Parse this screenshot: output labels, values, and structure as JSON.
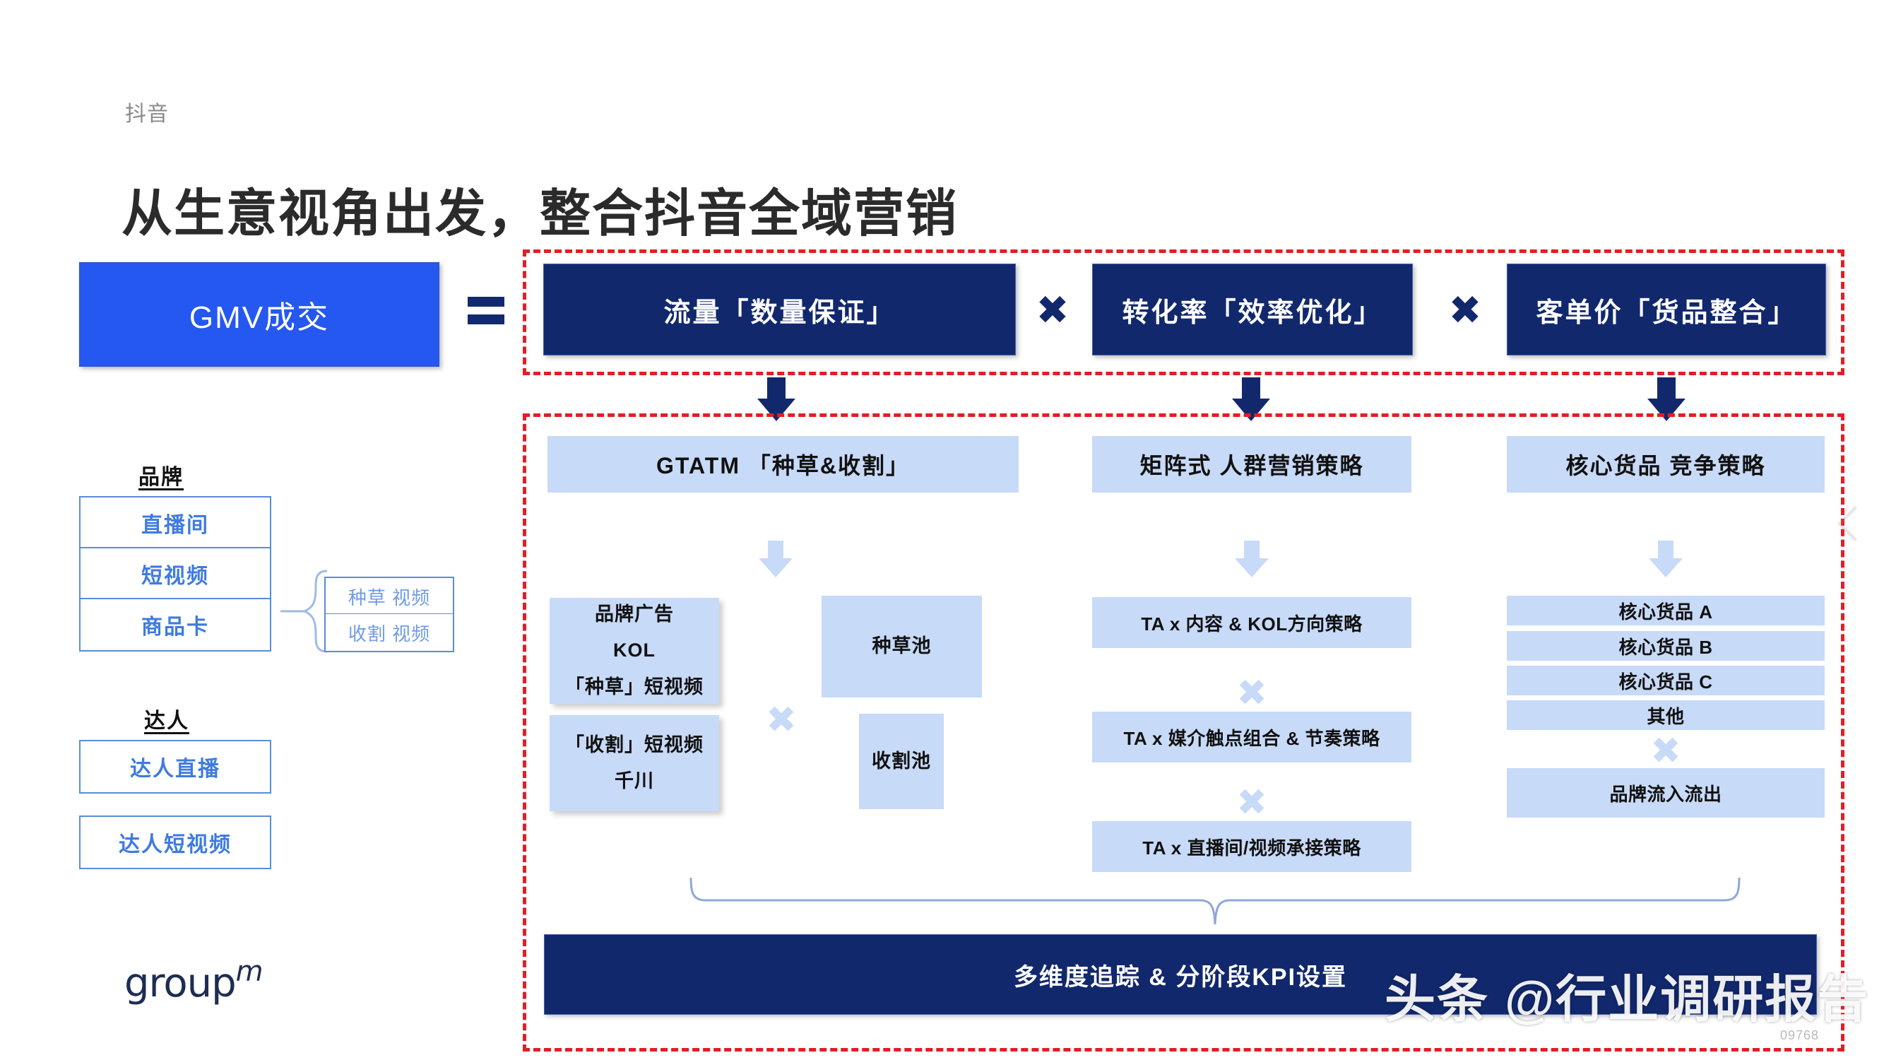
{
  "header": {
    "eyebrow": "抖音",
    "title": "从生意视角出发，整合抖音全域营销"
  },
  "formula": {
    "gmv_label": "GMV成交",
    "equals_icon": "equals-icon",
    "multiply_icon": "multiply-icon",
    "drivers": [
      {
        "label": "流量「数量保证」"
      },
      {
        "label": "转化率「效率优化」"
      },
      {
        "label": "客单价「货品整合」"
      }
    ],
    "multipliers": [
      "✖",
      "✖"
    ]
  },
  "channels": {
    "brand_group_label": "品牌",
    "talent_group_label": "达人",
    "brand_items": [
      {
        "label": "直播间"
      },
      {
        "label": "短视频"
      },
      {
        "label": "商品卡"
      }
    ],
    "talent_items": [
      {
        "label": "达人直播"
      },
      {
        "label": "达人短视频"
      }
    ],
    "short_video_subtypes": [
      {
        "label": "种草 视频"
      },
      {
        "label": "收割 视频"
      }
    ]
  },
  "logo": {
    "text": "group",
    "mark": "m"
  },
  "columns": [
    {
      "heading": "GTATM 「种草&收割」",
      "arrow_icon": "down-arrow-icon",
      "multiply_icon": "multiply-icon",
      "left_blocks": [
        {
          "lines": [
            "品牌广告",
            "KOL",
            "「种草」短视频"
          ]
        },
        {
          "lines": [
            "「收割」短视频",
            "千川"
          ]
        }
      ],
      "right_blocks": [
        {
          "lines": [
            "种草池"
          ]
        },
        {
          "lines": [
            "收割池"
          ]
        }
      ]
    },
    {
      "heading": "矩阵式 人群营销策略",
      "arrow_icon": "down-arrow-icon",
      "rows": [
        {
          "label": "TA x 内容 & KOL方向策略"
        },
        {
          "label": "TA x 媒介触点组合 & 节奏策略"
        },
        {
          "label": "TA x 直播间/视频承接策略"
        }
      ],
      "multipliers": [
        "✖",
        "✖"
      ]
    },
    {
      "heading": "核心货品 竞争策略",
      "arrow_icon": "down-arrow-icon",
      "rows": [
        {
          "label": "核心货品 A"
        },
        {
          "label": "核心货品 B"
        },
        {
          "label": "核心货品 C"
        },
        {
          "label": "其他"
        }
      ],
      "multiplier": "✖",
      "footer_row": {
        "label": "品牌流入流出"
      }
    }
  ],
  "kpi_bar": {
    "label": "多维度追踪 & 分阶段KPI设置"
  },
  "watermark": {
    "text": "头条 @行业调研报告",
    "id": "09768"
  },
  "colors": {
    "brand_blue": "#2558f0",
    "navy": "#12286d",
    "light_blue": "#c7daf7",
    "outline_blue": "#5a8cdb",
    "dashed_red": "#e01f26",
    "title_gray": "#2b2b2b",
    "eyebrow_gray": "#8a8a8a"
  }
}
